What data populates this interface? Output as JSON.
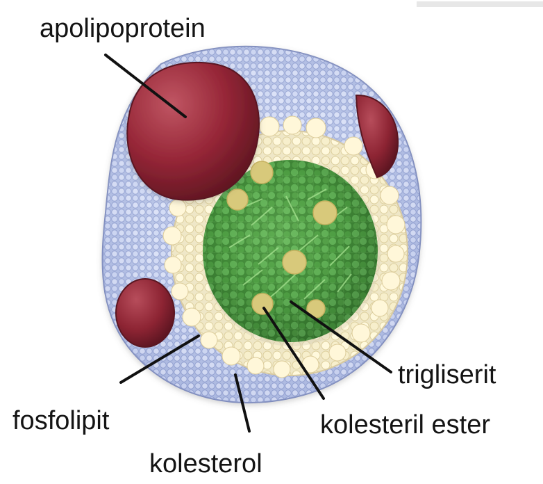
{
  "diagram": {
    "labels": {
      "apolipoprotein": "apolipoprotein",
      "fosfolipit": "fosfolipit",
      "kolesterol": "kolesterol",
      "trigliserit": "trigliserit",
      "kolesteril_ester": "kolesteril ester"
    },
    "colors": {
      "apolipoprotein": "#8f2333",
      "phospholipid_shell": "#b7c3e6",
      "phospholipid_head": "#f3ebc7",
      "core": "#3f8d37",
      "ester_blob": "#d8c97b",
      "cholesterol": "#efe6bb"
    }
  }
}
